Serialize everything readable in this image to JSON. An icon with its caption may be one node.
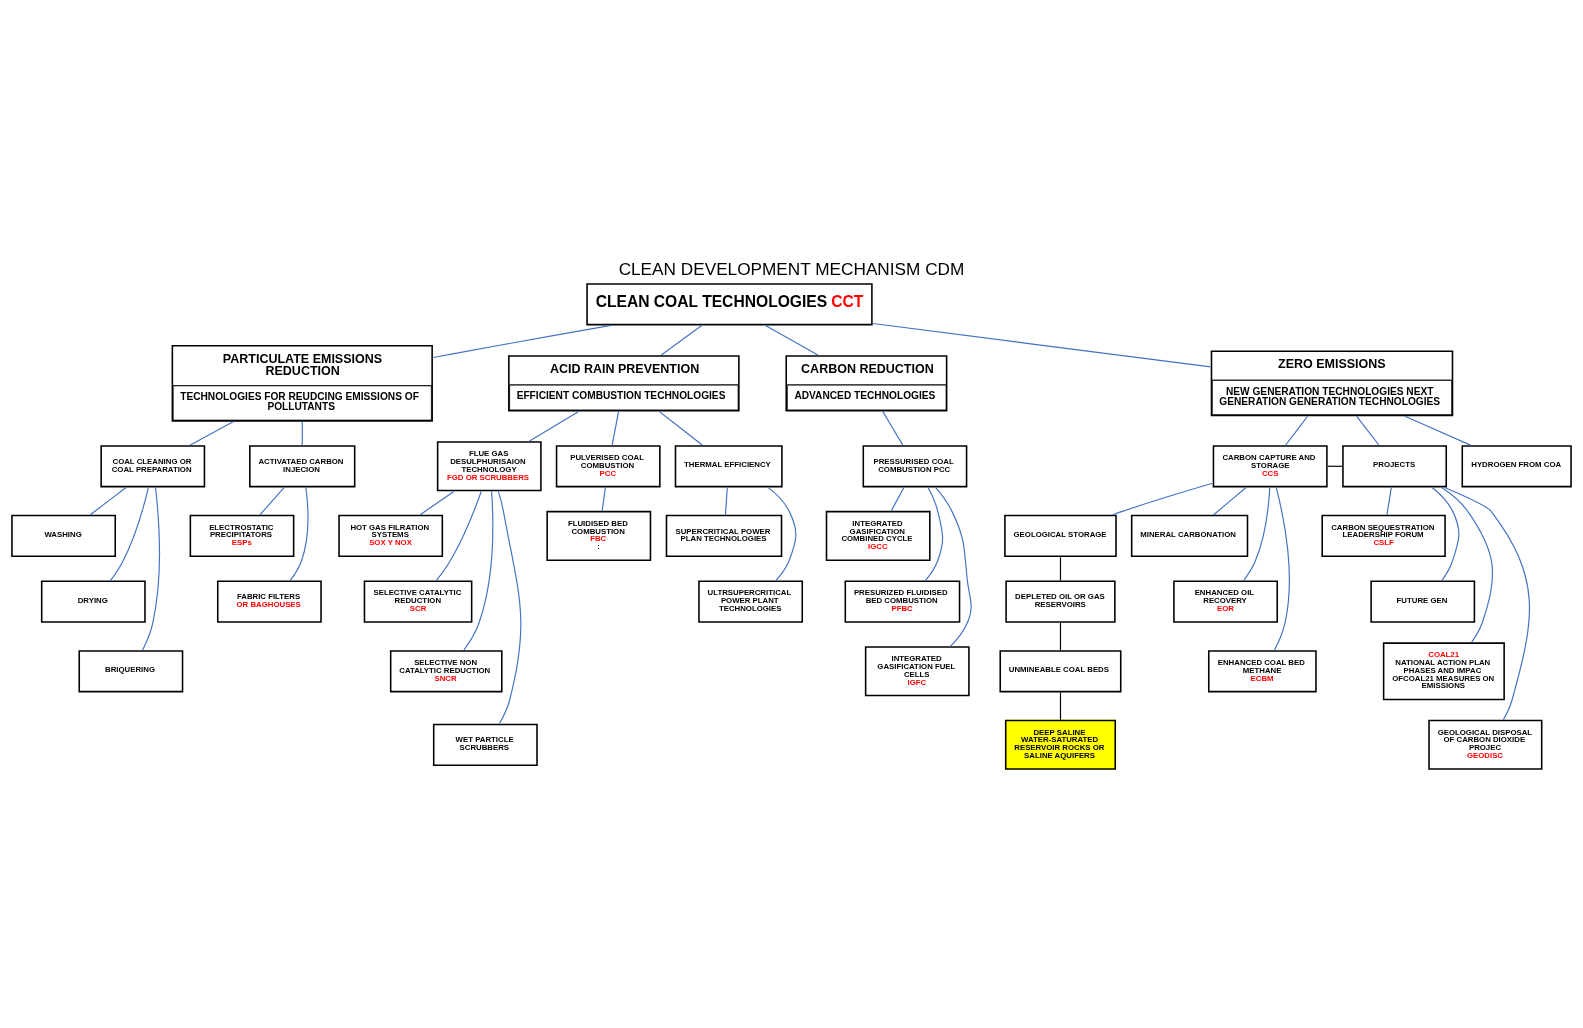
{
  "diagram": {
    "title": "CLEAN DEVELOPMENT MECHANISM CDM",
    "nodes": [
      {
        "text": [
          "CLEAN COAL TECHNOLOGIES",
          "CCT"
        ]
      },
      {
        "text": [
          "PARTICULATE EMISSIONS REDUCTION",
          "TECHNOLOGIES FOR REUDCING EMISSIONS OF POLLUTANTS"
        ]
      },
      {
        "text": [
          "ACID RAIN PREVENTION",
          "EFFICIENT COMBUSTION TECHNOLOGIES"
        ]
      },
      {
        "text": [
          "CARBON REDUCTION",
          "ADVANCED TECHNOLOGIES"
        ]
      },
      {
        "text": [
          "ZERO EMISSIONS",
          "NEW GENERATION TECHNOLOGIES NEXT GENERATION GENERATION TECHNOLOGIES"
        ]
      },
      {
        "text": [
          "COAL CLEANING OR COAL PREPARATION"
        ]
      },
      {
        "text": [
          "ACTIVATAED CARBON INJECION"
        ]
      },
      {
        "text": [
          "WASHING"
        ]
      },
      {
        "text": [
          "DRYING"
        ]
      },
      {
        "text": [
          "BRIQUERING"
        ]
      },
      {
        "text": [
          "ELECTROSTATIC PRECIPITATORS",
          "ESPs"
        ]
      },
      {
        "text": [
          "FABRIC FILTERS",
          "OR BAGHOUSES"
        ]
      },
      {
        "text": [
          "FLUE GAS DESULPHURISAION TECHNOLOGY",
          "FGD OR SCRUBBERS"
        ]
      },
      {
        "text": [
          "PULVERISED COAL COMBUSTION",
          "PCC"
        ]
      },
      {
        "text": [
          "THERMAL EFFICIENCY"
        ]
      },
      {
        "text": [
          "HOT GAS FILRATION SYSTEMS",
          "SOX Y NOX"
        ]
      },
      {
        "text": [
          "SELECTIVE CATALYTIC REDUCTION",
          "SCR"
        ]
      },
      {
        "text": [
          "SELECTIVE NON CATALYTIC REDUCTION",
          "SNCR"
        ]
      },
      {
        "text": [
          "WET PARTICLE SCRUBBERS"
        ]
      },
      {
        "text": [
          "FLUIDISED BED COMBUSTION",
          "FBC",
          ":"
        ]
      },
      {
        "text": [
          "SUPERCRITICAL POWER PLAN TECHNOLOGIES"
        ]
      },
      {
        "text": [
          "ULTRSUPERCRITICAL POWER PLANT TECHNOLOGIES"
        ]
      },
      {
        "text": [
          "PRESSURISED COAL COMBUSTION PCC"
        ]
      },
      {
        "text": [
          "INTEGRATED GASIFICATION COMBINED CYCLE",
          "IGCC"
        ]
      },
      {
        "text": [
          "PRESURIZED FLUIDISED BED COMBUSTION",
          "PFBC"
        ]
      },
      {
        "text": [
          "INTEGRATED GASIFICATION FUEL CELLS",
          "IGFC"
        ]
      },
      {
        "text": [
          "CARBON CAPTURE AND STORAGE",
          "CCS"
        ]
      },
      {
        "text": [
          "PROJECTS"
        ]
      },
      {
        "text": [
          "HYDROGEN FROM COA"
        ]
      },
      {
        "text": [
          "GEOLOGICAL STORAGE"
        ]
      },
      {
        "text": [
          "DEPLETED OIL OR GAS RESERVOIRS"
        ]
      },
      {
        "text": [
          "UNMINEABLE COAL BEDS"
        ]
      },
      {
        "text": [
          "DEEP SALINE WATER-SATURATED RESERVOIR ROCKS OR SALINE AQUIFERS"
        ]
      },
      {
        "text": [
          "MINERAL CARBONATION"
        ]
      },
      {
        "text": [
          "ENHANCED OIL RECOVERY",
          "EOR"
        ]
      },
      {
        "text": [
          "ENHANCED COAL BED METHANE",
          "ECBM"
        ]
      },
      {
        "text": [
          "CARBON SEQUESTRATION LEADERSHIP FORUM",
          "CSLF"
        ]
      },
      {
        "text": [
          "FUTURE GEN"
        ]
      },
      {
        "text": [
          "COAL21",
          "NATIONAL ACTION PLAN PHASES AND IMPAC OFCOAL21 MEASURES ON EMISSIONS"
        ]
      },
      {
        "text": [
          "GEOLOGICAL DISPOSAL OF CARBON DIOXIDE PROJEC",
          "GEODISC"
        ]
      }
    ],
    "edges": [
      {
        "from": 0,
        "to": 1,
        "arrow": "none"
      },
      {
        "from": 0,
        "to": 2,
        "arrow": "none"
      },
      {
        "from": 0,
        "to": 3,
        "arrow": "none"
      },
      {
        "from": 0,
        "to": 4,
        "arrow": "none"
      },
      {
        "from": 1,
        "to": 5,
        "arrow": "none"
      },
      {
        "from": 1,
        "to": 6,
        "arrow": "none"
      },
      {
        "from": 5,
        "to": 7,
        "arrow": "none"
      },
      {
        "from": 5,
        "to": 8,
        "arrow": "none"
      },
      {
        "from": 5,
        "to": 9,
        "arrow": "none"
      },
      {
        "from": 6,
        "to": 10,
        "arrow": "none"
      },
      {
        "from": 6,
        "to": 11,
        "arrow": "none"
      },
      {
        "from": 2,
        "to": 12,
        "arrow": "none"
      },
      {
        "from": 2,
        "to": 13,
        "arrow": "none"
      },
      {
        "from": 2,
        "to": 14,
        "arrow": "none"
      },
      {
        "from": 12,
        "to": 15,
        "arrow": "none"
      },
      {
        "from": 12,
        "to": 16,
        "arrow": "none"
      },
      {
        "from": 12,
        "to": 17,
        "arrow": "none"
      },
      {
        "from": 12,
        "to": 18,
        "arrow": "none"
      },
      {
        "from": 13,
        "to": 19,
        "arrow": "none"
      },
      {
        "from": 14,
        "to": 20,
        "arrow": "none"
      },
      {
        "from": 14,
        "to": 21,
        "arrow": "none"
      },
      {
        "from": 3,
        "to": 22,
        "arrow": "none"
      },
      {
        "from": 22,
        "to": 23,
        "arrow": "none"
      },
      {
        "from": 22,
        "to": 24,
        "arrow": "none"
      },
      {
        "from": 22,
        "to": 25,
        "arrow": "none"
      },
      {
        "from": 4,
        "to": 26,
        "arrow": "none"
      },
      {
        "from": 4,
        "to": 27,
        "arrow": "none"
      },
      {
        "from": 4,
        "to": 28,
        "arrow": "none"
      },
      {
        "from": 26,
        "to": 27,
        "arrow": "none",
        "color": "#000000"
      },
      {
        "from": 26,
        "to": 29,
        "arrow": "none"
      },
      {
        "from": 29,
        "to": 30,
        "arrow": "none",
        "color": "#000000"
      },
      {
        "from": 30,
        "to": 31,
        "arrow": "none",
        "color": "#000000"
      },
      {
        "from": 31,
        "to": 32,
        "arrow": "none",
        "color": "#000000"
      },
      {
        "from": 26,
        "to": 33,
        "arrow": "none"
      },
      {
        "from": 26,
        "to": 34,
        "arrow": "none"
      },
      {
        "from": 26,
        "to": 35,
        "arrow": "none"
      },
      {
        "from": 27,
        "to": 36,
        "arrow": "none"
      },
      {
        "from": 27,
        "to": 37,
        "arrow": "none"
      },
      {
        "from": 27,
        "to": 38,
        "arrow": "none"
      },
      {
        "from": 27,
        "to": 39,
        "arrow": "none"
      }
    ]
  }
}
